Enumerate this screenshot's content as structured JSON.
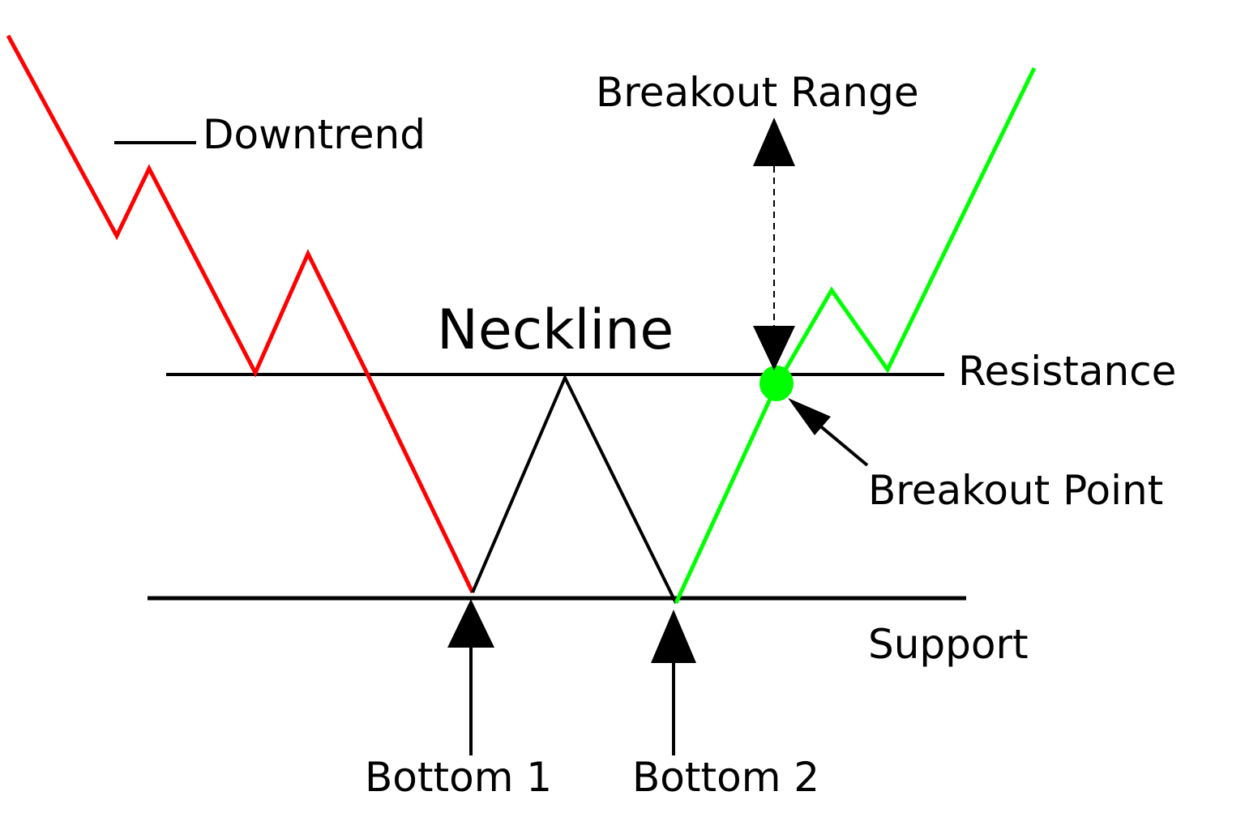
{
  "labels": {
    "downtrend": "Downtrend",
    "breakout_range": "Breakout Range",
    "neckline": "Neckline",
    "resistance": "Resistance",
    "breakout_point": "Breakout Point",
    "support": "Support",
    "bottom_1": "Bottom 1",
    "bottom_2": "Bottom 2"
  },
  "colors": {
    "downtrend_line": "#ff0000",
    "pattern_line": "#000000",
    "uptrend_line": "#00ff00",
    "breakout_point": "#00ff00",
    "annotation": "#000000",
    "background": "#ffffff"
  }
}
